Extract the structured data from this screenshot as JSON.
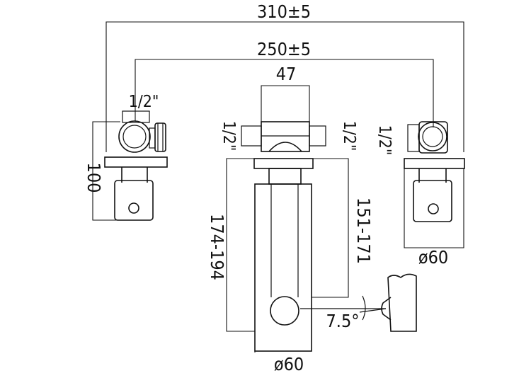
{
  "dimensions": {
    "overall_width": "310±5",
    "handle_spacing": "250±5",
    "spout_block_width": "47",
    "thread_left_valve": "1/2\"",
    "thread_spout_left": "1/2\"",
    "thread_spout_right": "1/2\"",
    "thread_right_valve": "1/2\"",
    "valve_height": "100",
    "spout_height_left": "174-194",
    "spout_height_right": "151-171",
    "diameter_right_valve": "ø60",
    "diameter_spout": "ø60",
    "spout_angle": "7.5°"
  }
}
